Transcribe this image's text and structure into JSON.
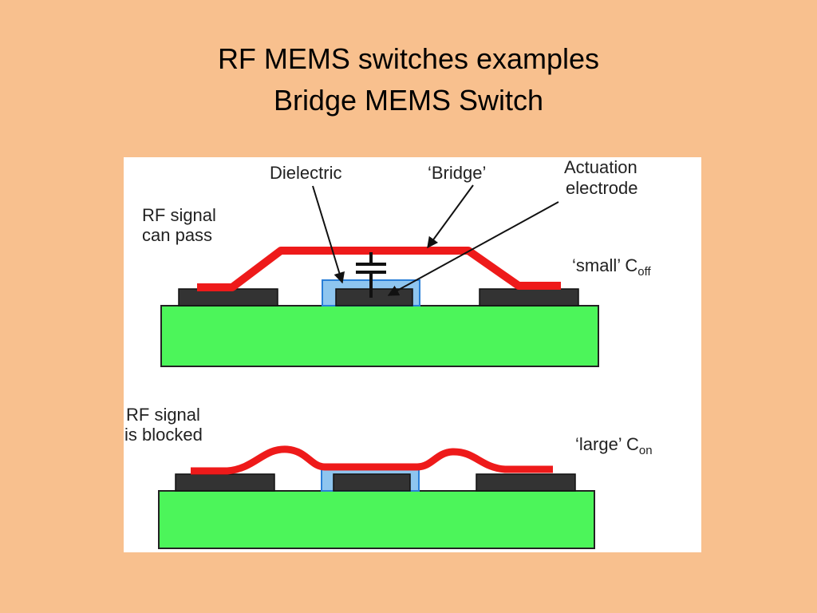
{
  "slide": {
    "title_line1": "RF MEMS switches examples",
    "title_line2": "Bridge  MEMS Switch"
  },
  "figure": {
    "colors": {
      "substrate": "#4cf55a",
      "electrode": "#333333",
      "bridge": "#ee1a1a",
      "dielectric": "#8ec5ef",
      "background": "#ffffff"
    },
    "top_state": {
      "label_dielectric": "Dielectric",
      "label_bridge": "‘Bridge’",
      "label_actuation_line1": "Actuation",
      "label_actuation_line2": "electrode",
      "signal_line1": "RF signal",
      "signal_line2": "can pass",
      "capacitance_prefix": "‘small’ C",
      "capacitance_subscript": "off",
      "icons": [
        "capacitor-symbol"
      ]
    },
    "bottom_state": {
      "signal_line1": "RF signal",
      "signal_line2": "is blocked",
      "capacitance_prefix": "‘large’ C",
      "capacitance_subscript": "on"
    }
  }
}
